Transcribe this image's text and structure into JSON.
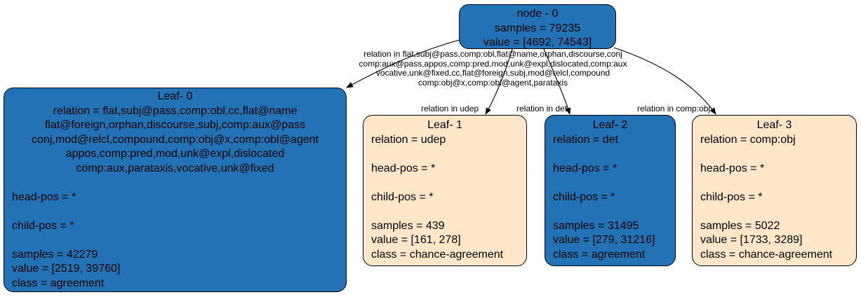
{
  "colors": {
    "blue": "#2372b6",
    "cream": "#fee6c9",
    "stroke": "#000000"
  },
  "root": {
    "title": "node - 0",
    "lines": [
      "samples = 79235",
      "value = [4692, 74543]"
    ]
  },
  "leaves": [
    {
      "title": "Leaf- 0",
      "relation_lines": [
        "relation = flat,subj@pass,comp:obl,cc,flat@name",
        "flat@foreign,orphan,discourse,subj,comp:aux@pass",
        "conj,mod@relcl,compound,comp:obj@x,comp:obl@agent",
        "appos,comp:pred,mod,unk@expl,dislocated",
        "comp:aux,parataxis,vocative,unk@fixed"
      ],
      "head_pos": "head-pos = *",
      "child_pos": "child-pos = *",
      "samples": "samples = 42279",
      "value": "value = [2519, 39760]",
      "class": "class = agreement"
    },
    {
      "title": "Leaf- 1",
      "relation_lines": [
        "relation = udep"
      ],
      "head_pos": "head-pos = *",
      "child_pos": "child-pos = *",
      "samples": "samples = 439",
      "value": "value = [161, 278]",
      "class": "class = chance-agreement"
    },
    {
      "title": "Leaf- 2",
      "relation_lines": [
        "relation = det"
      ],
      "head_pos": "head-pos = *",
      "child_pos": "child-pos = *",
      "samples": "samples = 31495",
      "value": "value = [279, 31216]",
      "class": "class = agreement"
    },
    {
      "title": "Leaf- 3",
      "relation_lines": [
        "relation = comp:obj"
      ],
      "head_pos": "head-pos = *",
      "child_pos": "child-pos = *",
      "samples": "samples = 5022",
      "value": "value = [1733, 3289]",
      "class": "class = chance-agreement"
    }
  ],
  "edges": [
    {
      "label_lines": [
        "relation in flat,subj@pass,comp:obl,flat@name,orphan,discourse,conj",
        "comp:aux@pass,appos,comp:pred,mod,unk@expl,dislocated,comp:aux",
        "vocative,unk@fixed,cc,flat@foreign,subj,mod@relcl,compound",
        "comp:obj@x,comp:obl@agent,parataxis"
      ]
    },
    {
      "label_lines": [
        "relation in udep"
      ]
    },
    {
      "label_lines": [
        "relation in det"
      ]
    },
    {
      "label_lines": [
        "relation in comp:obj"
      ]
    }
  ]
}
